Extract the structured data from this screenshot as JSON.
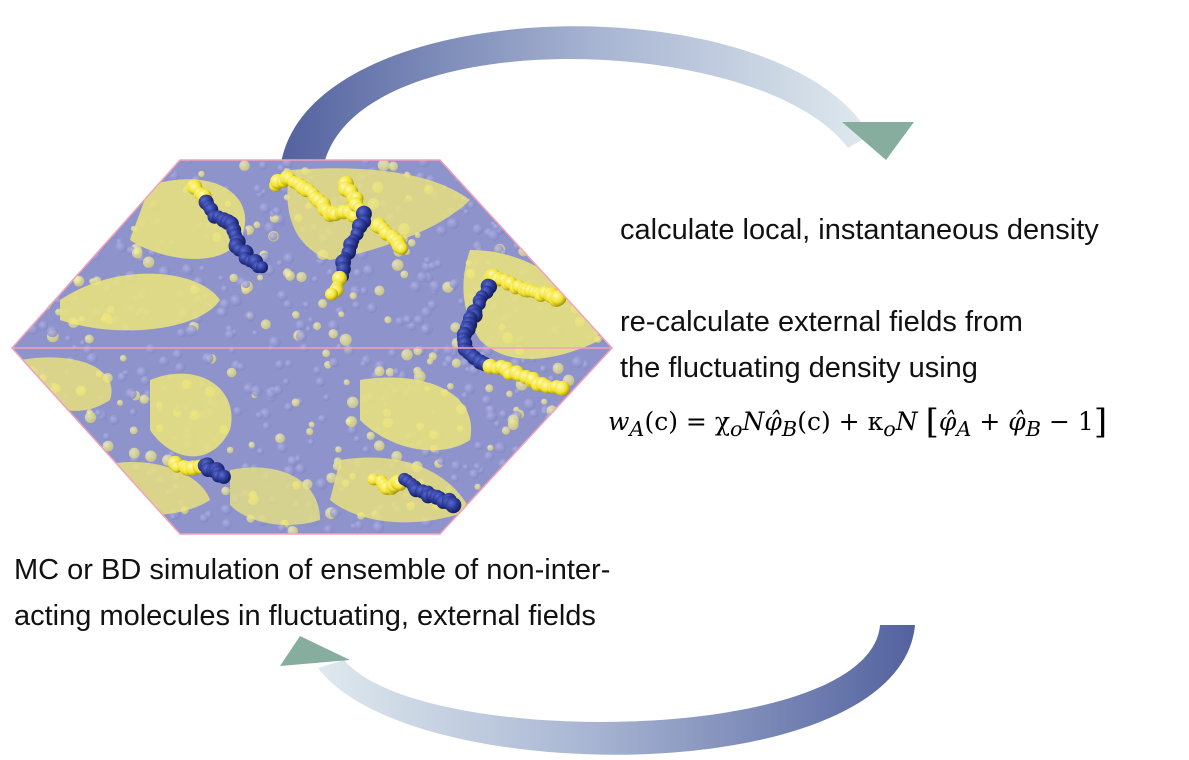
{
  "steps": {
    "density": "calculate local, instantaneous density",
    "fields_line1": "re-calculate external fields from",
    "fields_line2": "the fluctuating density using",
    "simulation_line1": "MC or BD simulation of ensemble of non-inter-",
    "simulation_line2": "acting molecules in fluctuating, external fields"
  },
  "equation": {
    "lhs": "w",
    "lhs_sub": "A",
    "lhs_arg": "(c)",
    "term1": "= χ",
    "term1_sub": "o",
    "term1_rest": "N",
    "phi_b": "φ̂",
    "phi_b_sub": "B",
    "phi_b_arg": "(c)",
    "plus": " + κ",
    "kappa_sub": "o",
    "kappa_rest": "N",
    "bracket_open": "[",
    "phi_a": "φ̂",
    "phi_a_sub": "A",
    "mid_plus": " + ",
    "phi_b2": "φ̂",
    "phi_b2_sub": "B",
    "minus_one": " − 1",
    "bracket_close": "]"
  },
  "colors": {
    "arrow_dark": "#5a6aa8",
    "arrow_light": "#dfe8f0",
    "arrowhead": "#86ad9e",
    "matrix_purple": "#8f93cc",
    "yellow_domain": "#ece57a",
    "chain_yellow": "#f0e02a",
    "chain_blue": "#2b3a99",
    "box_edge": "#f2a2b8"
  }
}
